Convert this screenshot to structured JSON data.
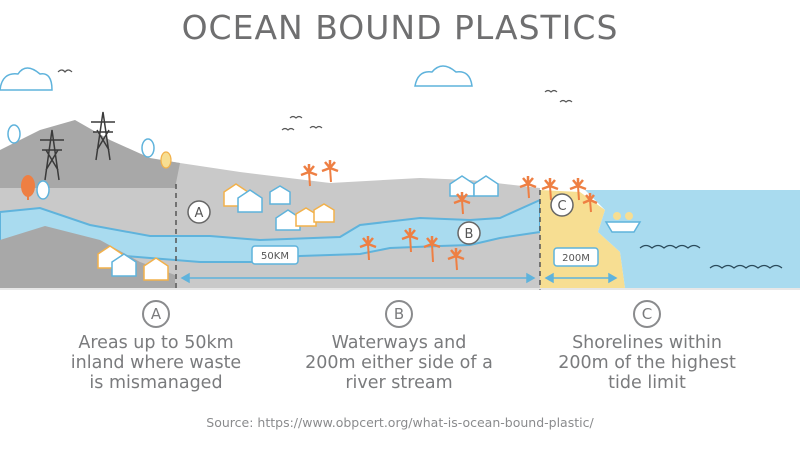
{
  "title": "OCEAN BOUND PLASTICS",
  "scene": {
    "marker_a": "A",
    "marker_b": "B",
    "marker_c": "C",
    "distance_label": "50KM",
    "shore_label": "200M"
  },
  "columns": [
    {
      "badge": "A",
      "lines": [
        "Areas up to 50km",
        "inland where waste",
        "is mismanaged"
      ]
    },
    {
      "badge": "B",
      "lines": [
        "Waterways and",
        "200m either side of a",
        "river stream"
      ]
    },
    {
      "badge": "C",
      "lines": [
        "Shorelines within",
        "200m of the highest",
        "tide limit"
      ]
    }
  ],
  "source": "Source: https://www.obpcert.org/what-is-ocean-bound-plastic/",
  "colors": {
    "land": "#c9c9c9",
    "hill": "#a8a8a8",
    "water": "#a9dbef",
    "water_stroke": "#5fb3dc",
    "sand": "#f7de92",
    "palm": "#ee7f43",
    "house_stroke": "#f2b14a",
    "text": "#7a7b7d"
  }
}
